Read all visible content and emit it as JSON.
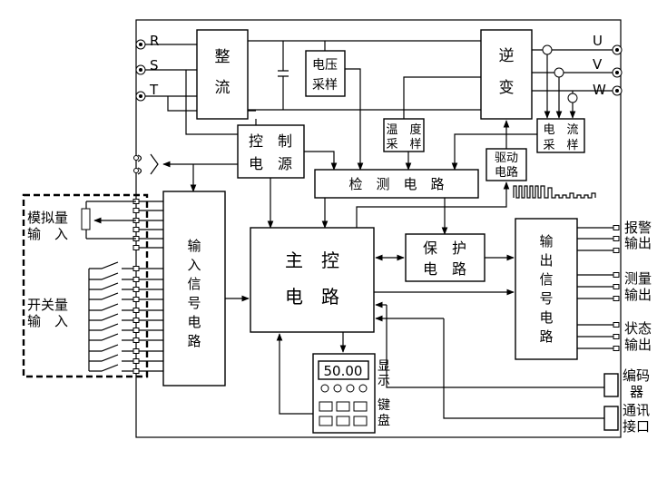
{
  "terminals": {
    "r": "R",
    "s": "S",
    "t": "T",
    "u": "U",
    "v": "V",
    "w": "W"
  },
  "blocks": {
    "rectifier": [
      "整",
      "流"
    ],
    "voltage_sampling": [
      "电压",
      "采样"
    ],
    "inverter": [
      "逆",
      "变"
    ],
    "temperature_sampling": [
      "温　度",
      "采　样"
    ],
    "current_sampling": [
      "电　流",
      "采　样"
    ],
    "drive_circuit": [
      "驱动",
      "电路"
    ],
    "control_power": [
      "控　制",
      "电　源"
    ],
    "detection_circuit": "检　测　电　路",
    "input_signal_circuit": [
      "输",
      "入",
      "信",
      "号",
      "电",
      "路"
    ],
    "main_control": [
      "主　控",
      "电　路"
    ],
    "protection_circuit": [
      "保　护",
      "电　路"
    ],
    "output_signal_circuit": [
      "输",
      "出",
      "信",
      "号",
      "电",
      "路"
    ]
  },
  "left_labels": {
    "analog_input": [
      "模拟量",
      "输　入"
    ],
    "switch_input": [
      "开关量",
      "输　入"
    ]
  },
  "right_labels": {
    "alarm_output": [
      "报警",
      "输出"
    ],
    "measurement_output": [
      "测量",
      "输出"
    ],
    "status_output": [
      "状态",
      "输出"
    ],
    "encoder": [
      "编码",
      "器"
    ],
    "comm_interface": [
      "通讯",
      "接口"
    ]
  },
  "panel": {
    "display_value": "50.00",
    "display_label": [
      "显",
      "示"
    ],
    "keyboard_label": [
      "键",
      "盘"
    ]
  }
}
